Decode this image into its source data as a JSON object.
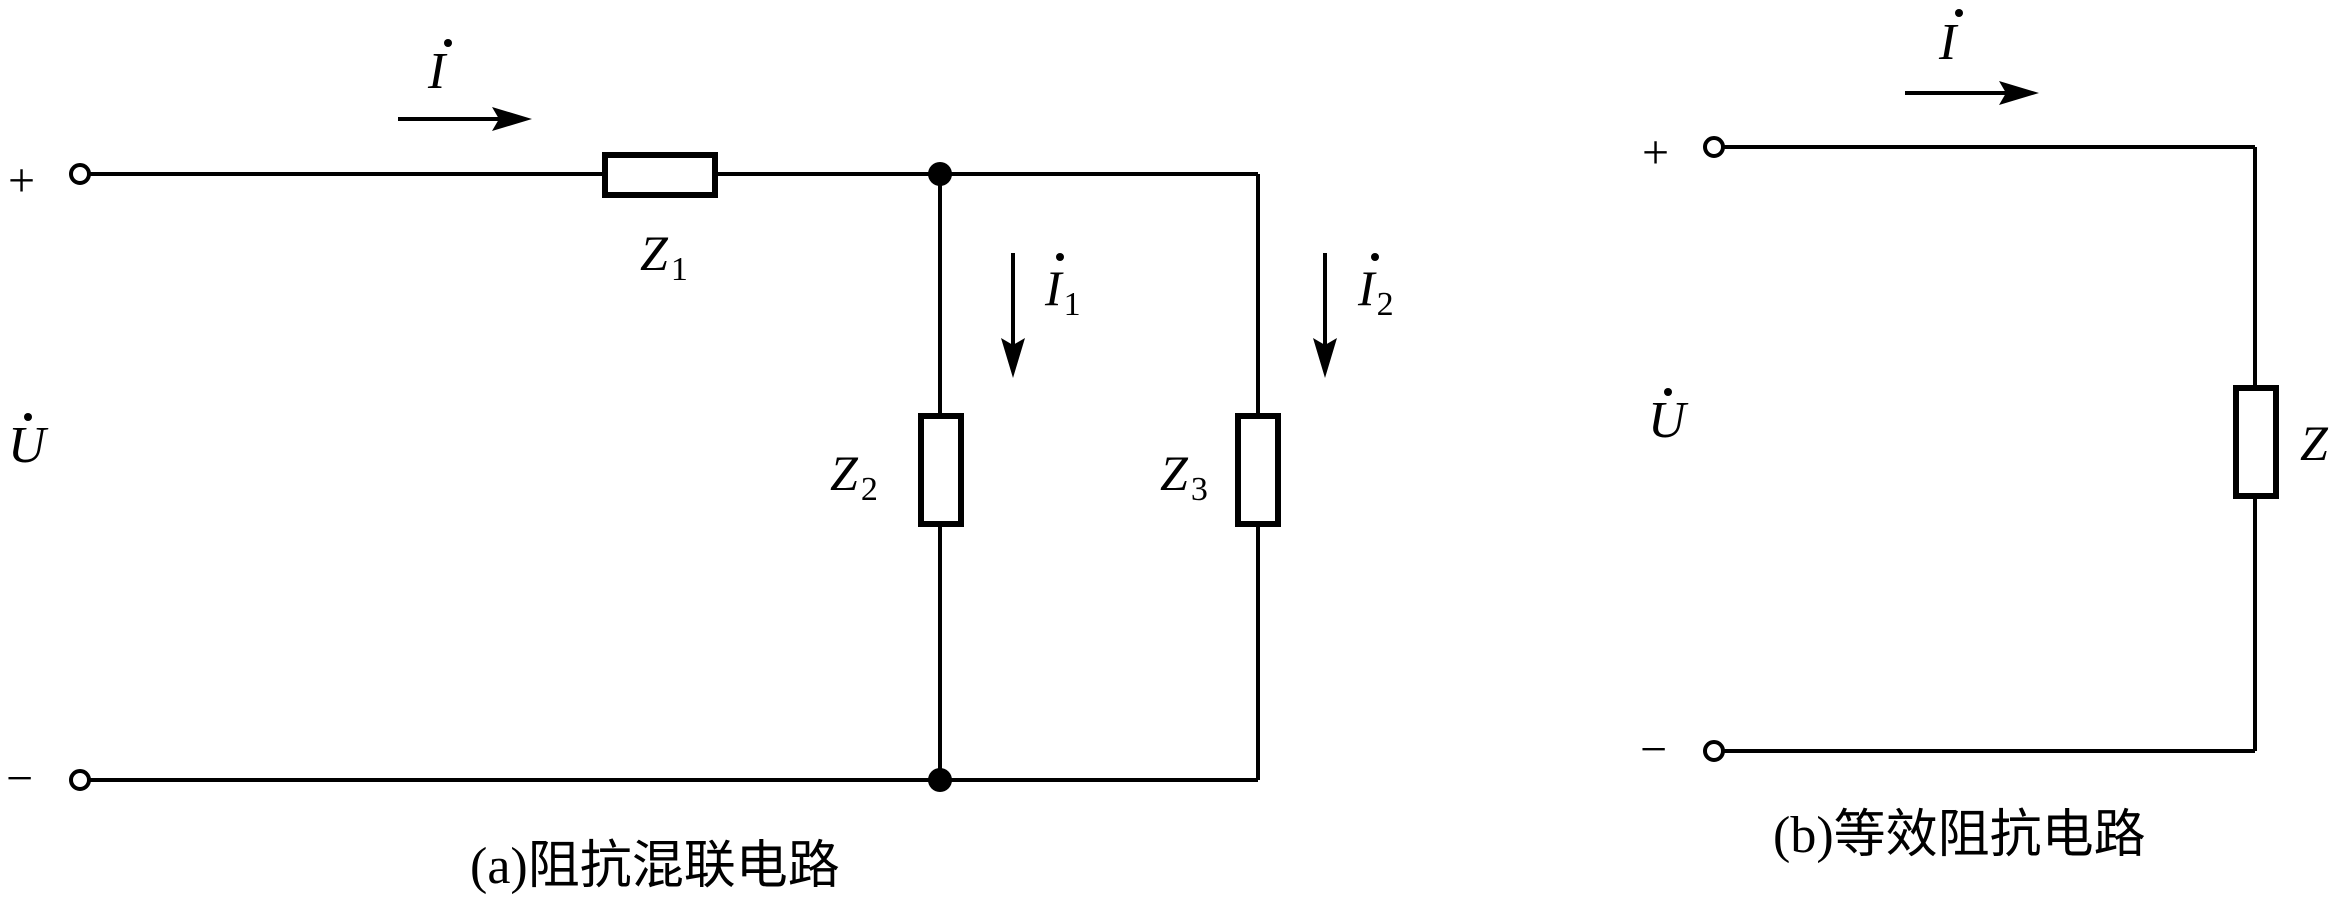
{
  "circuit_a": {
    "caption": "(a)阻抗混联电路",
    "terminal_plus": "+",
    "terminal_minus": "−",
    "voltage": "U",
    "current_main": "I",
    "current_branch1": {
      "symbol": "I",
      "sub": "1"
    },
    "current_branch2": {
      "symbol": "I",
      "sub": "2"
    },
    "z1": {
      "symbol": "Z",
      "sub": "1"
    },
    "z2": {
      "symbol": "Z",
      "sub": "2"
    },
    "z3": {
      "symbol": "Z",
      "sub": "3"
    }
  },
  "circuit_b": {
    "caption": "(b)等效阻抗电路",
    "terminal_plus": "+",
    "terminal_minus": "−",
    "voltage": "U",
    "current_main": "I",
    "z": "Z"
  }
}
